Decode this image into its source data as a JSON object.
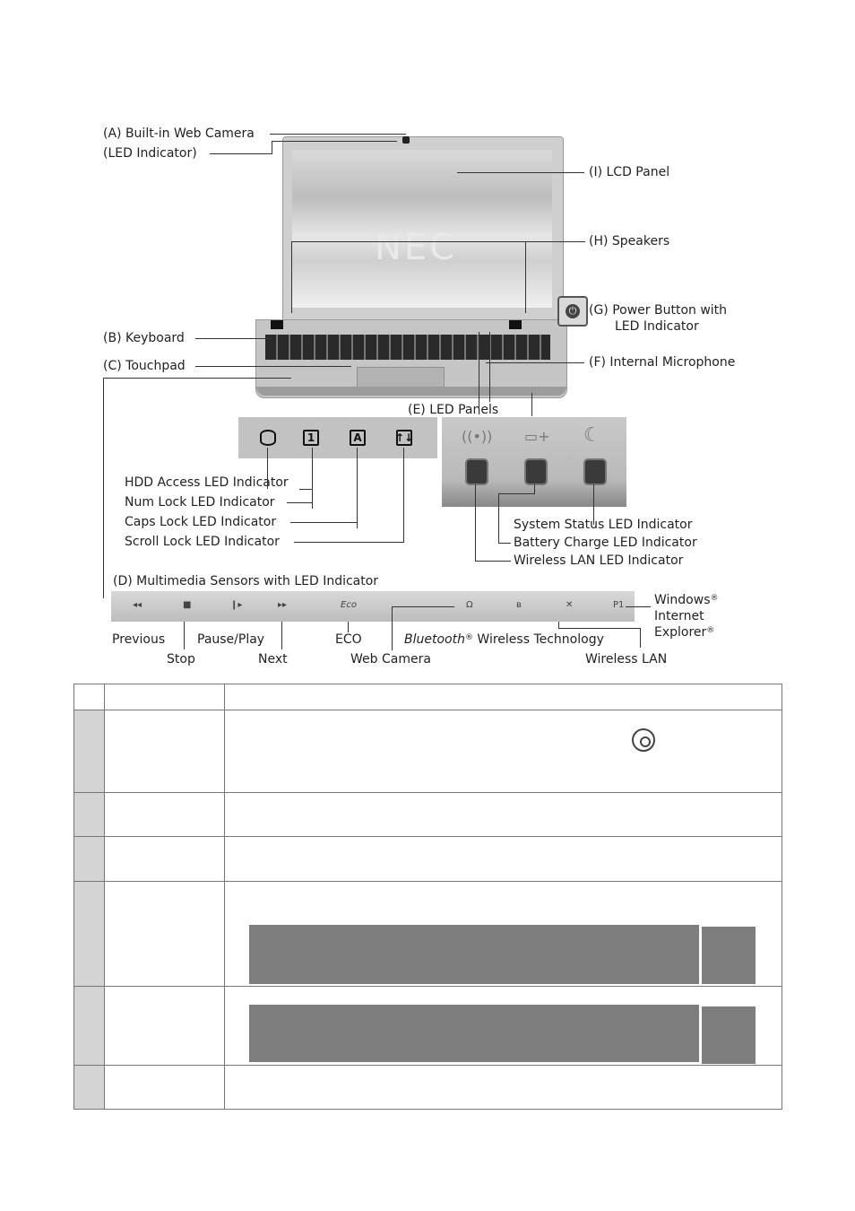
{
  "figure": {
    "labels": {
      "webcam": "(A) Built-in Web Camera",
      "led_indicator": "(LED Indicator)",
      "lcd": "(I) LCD Panel",
      "speakers": "(H) Speakers",
      "power_1": "(G) Power Button with",
      "power_2": "LED Indicator",
      "keyboard": "(B) Keyboard",
      "touchpad": "(C) Touchpad",
      "microphone": "(F) Internal Microphone",
      "led_panels": "(E) LED Panels",
      "hdd": "HDD Access LED Indicator",
      "numlock": "Num Lock LED Indicator",
      "capslock": "Caps Lock LED Indicator",
      "scrolllock": "Scroll Lock LED Indicator",
      "system_status": "System Status LED Indicator",
      "battery": "Battery Charge LED Indicator",
      "wlan_led": "Wireless LAN LED Indicator",
      "multimedia": "(D) Multimedia Sensors with LED Indicator",
      "windows": "Windows",
      "internet": "Internet",
      "explorer": "Explorer",
      "registered": "®",
      "previous": "Previous",
      "stop": "Stop",
      "pause_play": "Pause/Play",
      "next": "Next",
      "eco": "ECO",
      "web_camera": "Web Camera",
      "bluetooth": "Bluetooth",
      "wireless_tech": " Wireless Technology",
      "wireless_lan": "Wireless LAN"
    },
    "screen_logo": "NEC",
    "led_keys": [
      "1",
      "A",
      "↑↓"
    ],
    "sensor_glyphs": [
      "◂◂",
      "■",
      "❙▸",
      "▸▸",
      "Eco",
      "Ω",
      "ʙ",
      "✕",
      "P1"
    ]
  },
  "table": {
    "rows": 7
  }
}
